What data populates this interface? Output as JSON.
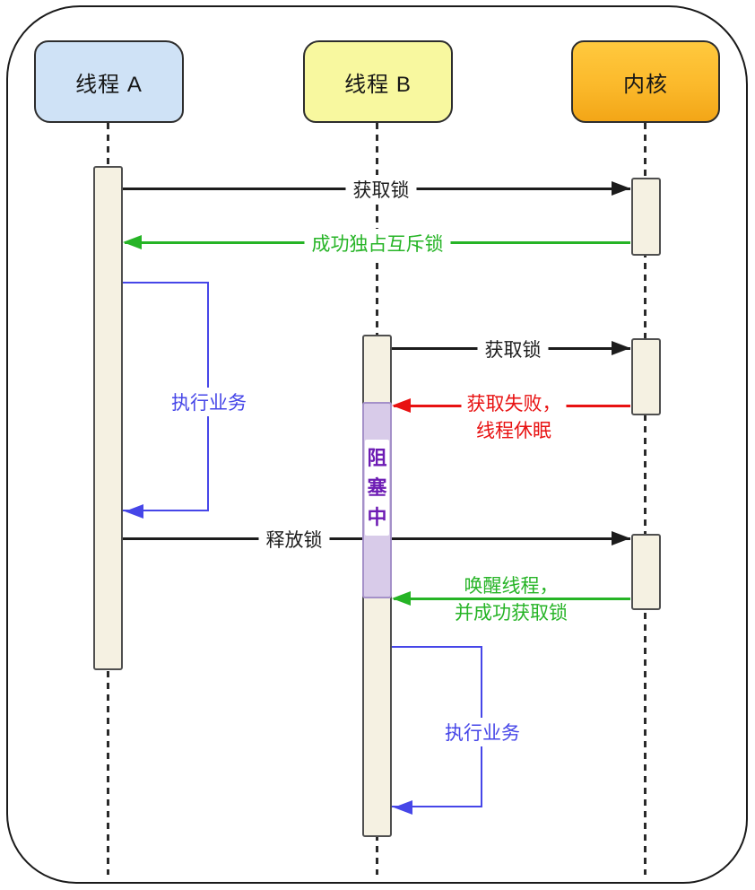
{
  "actors": [
    {
      "label": "线程 A",
      "fill": "#cfe2f6"
    },
    {
      "label": "线程 B",
      "fill": "#f8f89f"
    },
    {
      "label": "内核",
      "fill_top": "#ffc93e",
      "fill_bottom": "#f3a617"
    }
  ],
  "messages": {
    "acquire_a": {
      "label": "获取锁",
      "color": "#1c1c1c",
      "from": "线程 A",
      "to": "内核"
    },
    "grant_a": {
      "label": "成功独占互斥锁",
      "color": "#26b426",
      "from": "内核",
      "to": "线程 A"
    },
    "exec_a": {
      "label": "执行业务",
      "color": "#4646e8",
      "type": "self-loop",
      "actor": "线程 A"
    },
    "acquire_b": {
      "label": "获取锁",
      "color": "#1c1c1c",
      "from": "线程 B",
      "to": "内核"
    },
    "fail_b": {
      "line1": "获取失败，",
      "line2": "线程休眠",
      "color": "#e81212",
      "from": "内核",
      "to": "线程 B"
    },
    "release_a": {
      "label": "释放锁",
      "color": "#1c1c1c",
      "from": "线程 A",
      "to": "内核"
    },
    "wake_b": {
      "line1": "唤醒线程，",
      "line2": "并成功获取锁",
      "color": "#26b426",
      "from": "内核",
      "to": "线程 B"
    },
    "exec_b": {
      "label": "执行业务",
      "color": "#4646e8",
      "type": "self-loop",
      "actor": "线程 B"
    }
  },
  "blocked": {
    "text": "阻塞中",
    "chars": [
      "阻",
      "塞",
      "中"
    ],
    "text_color": "#6d1cb4",
    "fill": "#d8cbe9"
  },
  "style_colors": {
    "activation_bar_fill": "#f5f1e2",
    "line_black": "#1c1c1c",
    "line_green": "#26b426",
    "line_red": "#e81212",
    "line_blue": "#4646e8"
  }
}
